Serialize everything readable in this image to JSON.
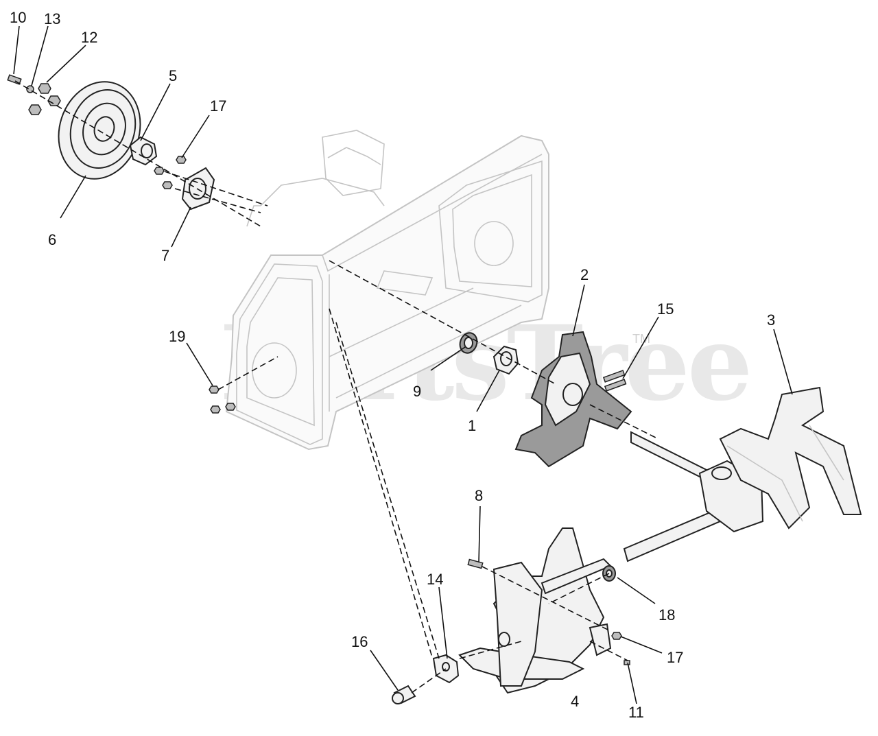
{
  "watermark": {
    "text": "PartsTree",
    "trademark": "TM"
  },
  "callouts": [
    {
      "id": "10",
      "text": "10"
    },
    {
      "id": "13",
      "text": "13"
    },
    {
      "id": "12",
      "text": "12"
    },
    {
      "id": "5",
      "text": "5"
    },
    {
      "id": "17a",
      "text": "17"
    },
    {
      "id": "6",
      "text": "6"
    },
    {
      "id": "7",
      "text": "7"
    },
    {
      "id": "2",
      "text": "2"
    },
    {
      "id": "15",
      "text": "15"
    },
    {
      "id": "3",
      "text": "3"
    },
    {
      "id": "19",
      "text": "19"
    },
    {
      "id": "9",
      "text": "9"
    },
    {
      "id": "1",
      "text": "1"
    },
    {
      "id": "8",
      "text": "8"
    },
    {
      "id": "14",
      "text": "14"
    },
    {
      "id": "18",
      "text": "18"
    },
    {
      "id": "16",
      "text": "16"
    },
    {
      "id": "17b",
      "text": "17"
    },
    {
      "id": "4",
      "text": "4"
    },
    {
      "id": "11",
      "text": "11"
    }
  ]
}
